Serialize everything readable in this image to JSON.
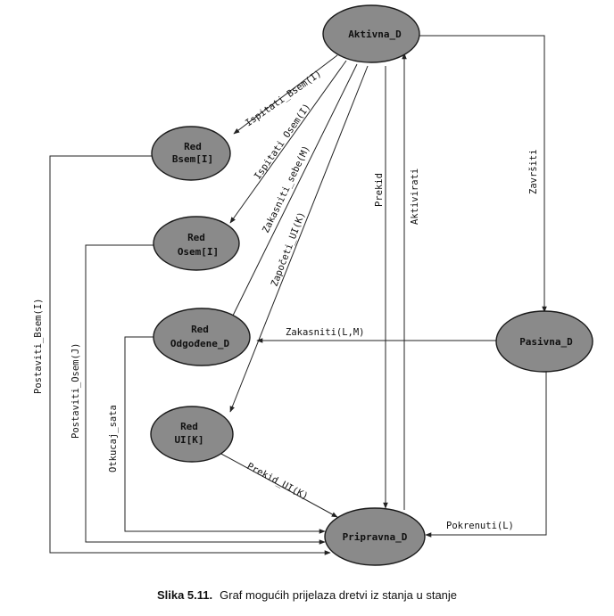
{
  "states": {
    "aktivna": "Aktivna_D",
    "red_bsem": [
      "Red",
      "Bsem[I]"
    ],
    "red_osem": [
      "Red",
      "Osem[I]"
    ],
    "red_odgodene": [
      "Red",
      "Odgođene_D"
    ],
    "red_ui": [
      "Red",
      "UI[K]"
    ],
    "pasivna": "Pasivna_D",
    "pripravna": "Pripravna_D"
  },
  "transitions": {
    "ispitati_bsem": "Ispitati_Bsem(I)",
    "ispitati_osem": "Ispitati_Osem(I)",
    "zakasniti_sebe": "Zakasniti_sebe(M)",
    "zapoceti_ui": "Započeti_UI(K)",
    "prekid": "Prekid",
    "aktivirati": "Aktivirati",
    "zavrsiti": "Završiti",
    "zakasniti_lm": "Zakasniti(L,M)",
    "postaviti_bsem": "Postaviti_Bsem(I)",
    "postaviti_osem": "Postaviti_Osem(J)",
    "otkucaj_sata": "Otkucaj_sata",
    "prekid_ui": "Prekid_UI(K)",
    "pokrenuti": "Pokrenuti(L)"
  },
  "caption": {
    "number": "Slika 5.11.",
    "text": "Graf mogućih prijelaza dretvi iz stanja u stanje"
  }
}
